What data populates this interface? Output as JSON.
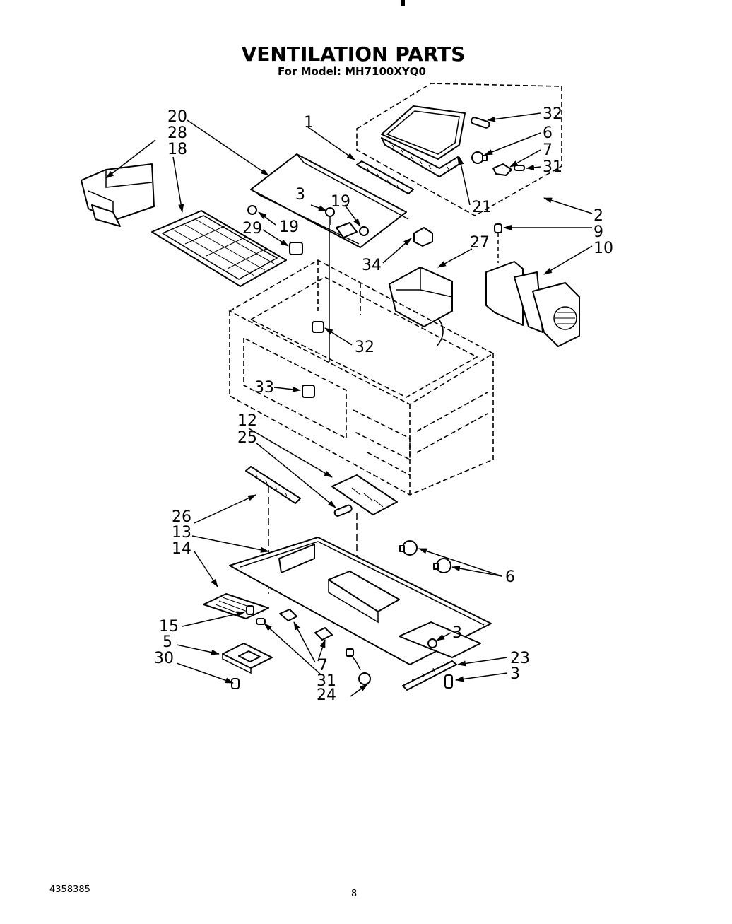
{
  "header": {
    "title": "VENTILATION PARTS",
    "model_line": "For Model: MH7100XYQ0"
  },
  "footer": {
    "doc_number": "4358385",
    "page_number": "8"
  },
  "callouts": {
    "c1": "1",
    "c2": "2",
    "c3a": "3",
    "c3b": "3",
    "c3c": "3",
    "c5": "5",
    "c6a": "6",
    "c6b": "6",
    "c7a": "7",
    "c7b": "7",
    "c9": "9",
    "c10": "10",
    "c12": "12",
    "c13": "13",
    "c14": "14",
    "c15": "15",
    "c18": "18",
    "c19a": "19",
    "c19b": "19",
    "c20": "20",
    "c21": "21",
    "c23": "23",
    "c24": "24",
    "c25": "25",
    "c26": "26",
    "c27": "27",
    "c28": "28",
    "c29": "29",
    "c30": "30",
    "c31a": "31",
    "c31b": "31",
    "c32a": "32",
    "c32b": "32",
    "c33": "33",
    "c34": "34"
  }
}
